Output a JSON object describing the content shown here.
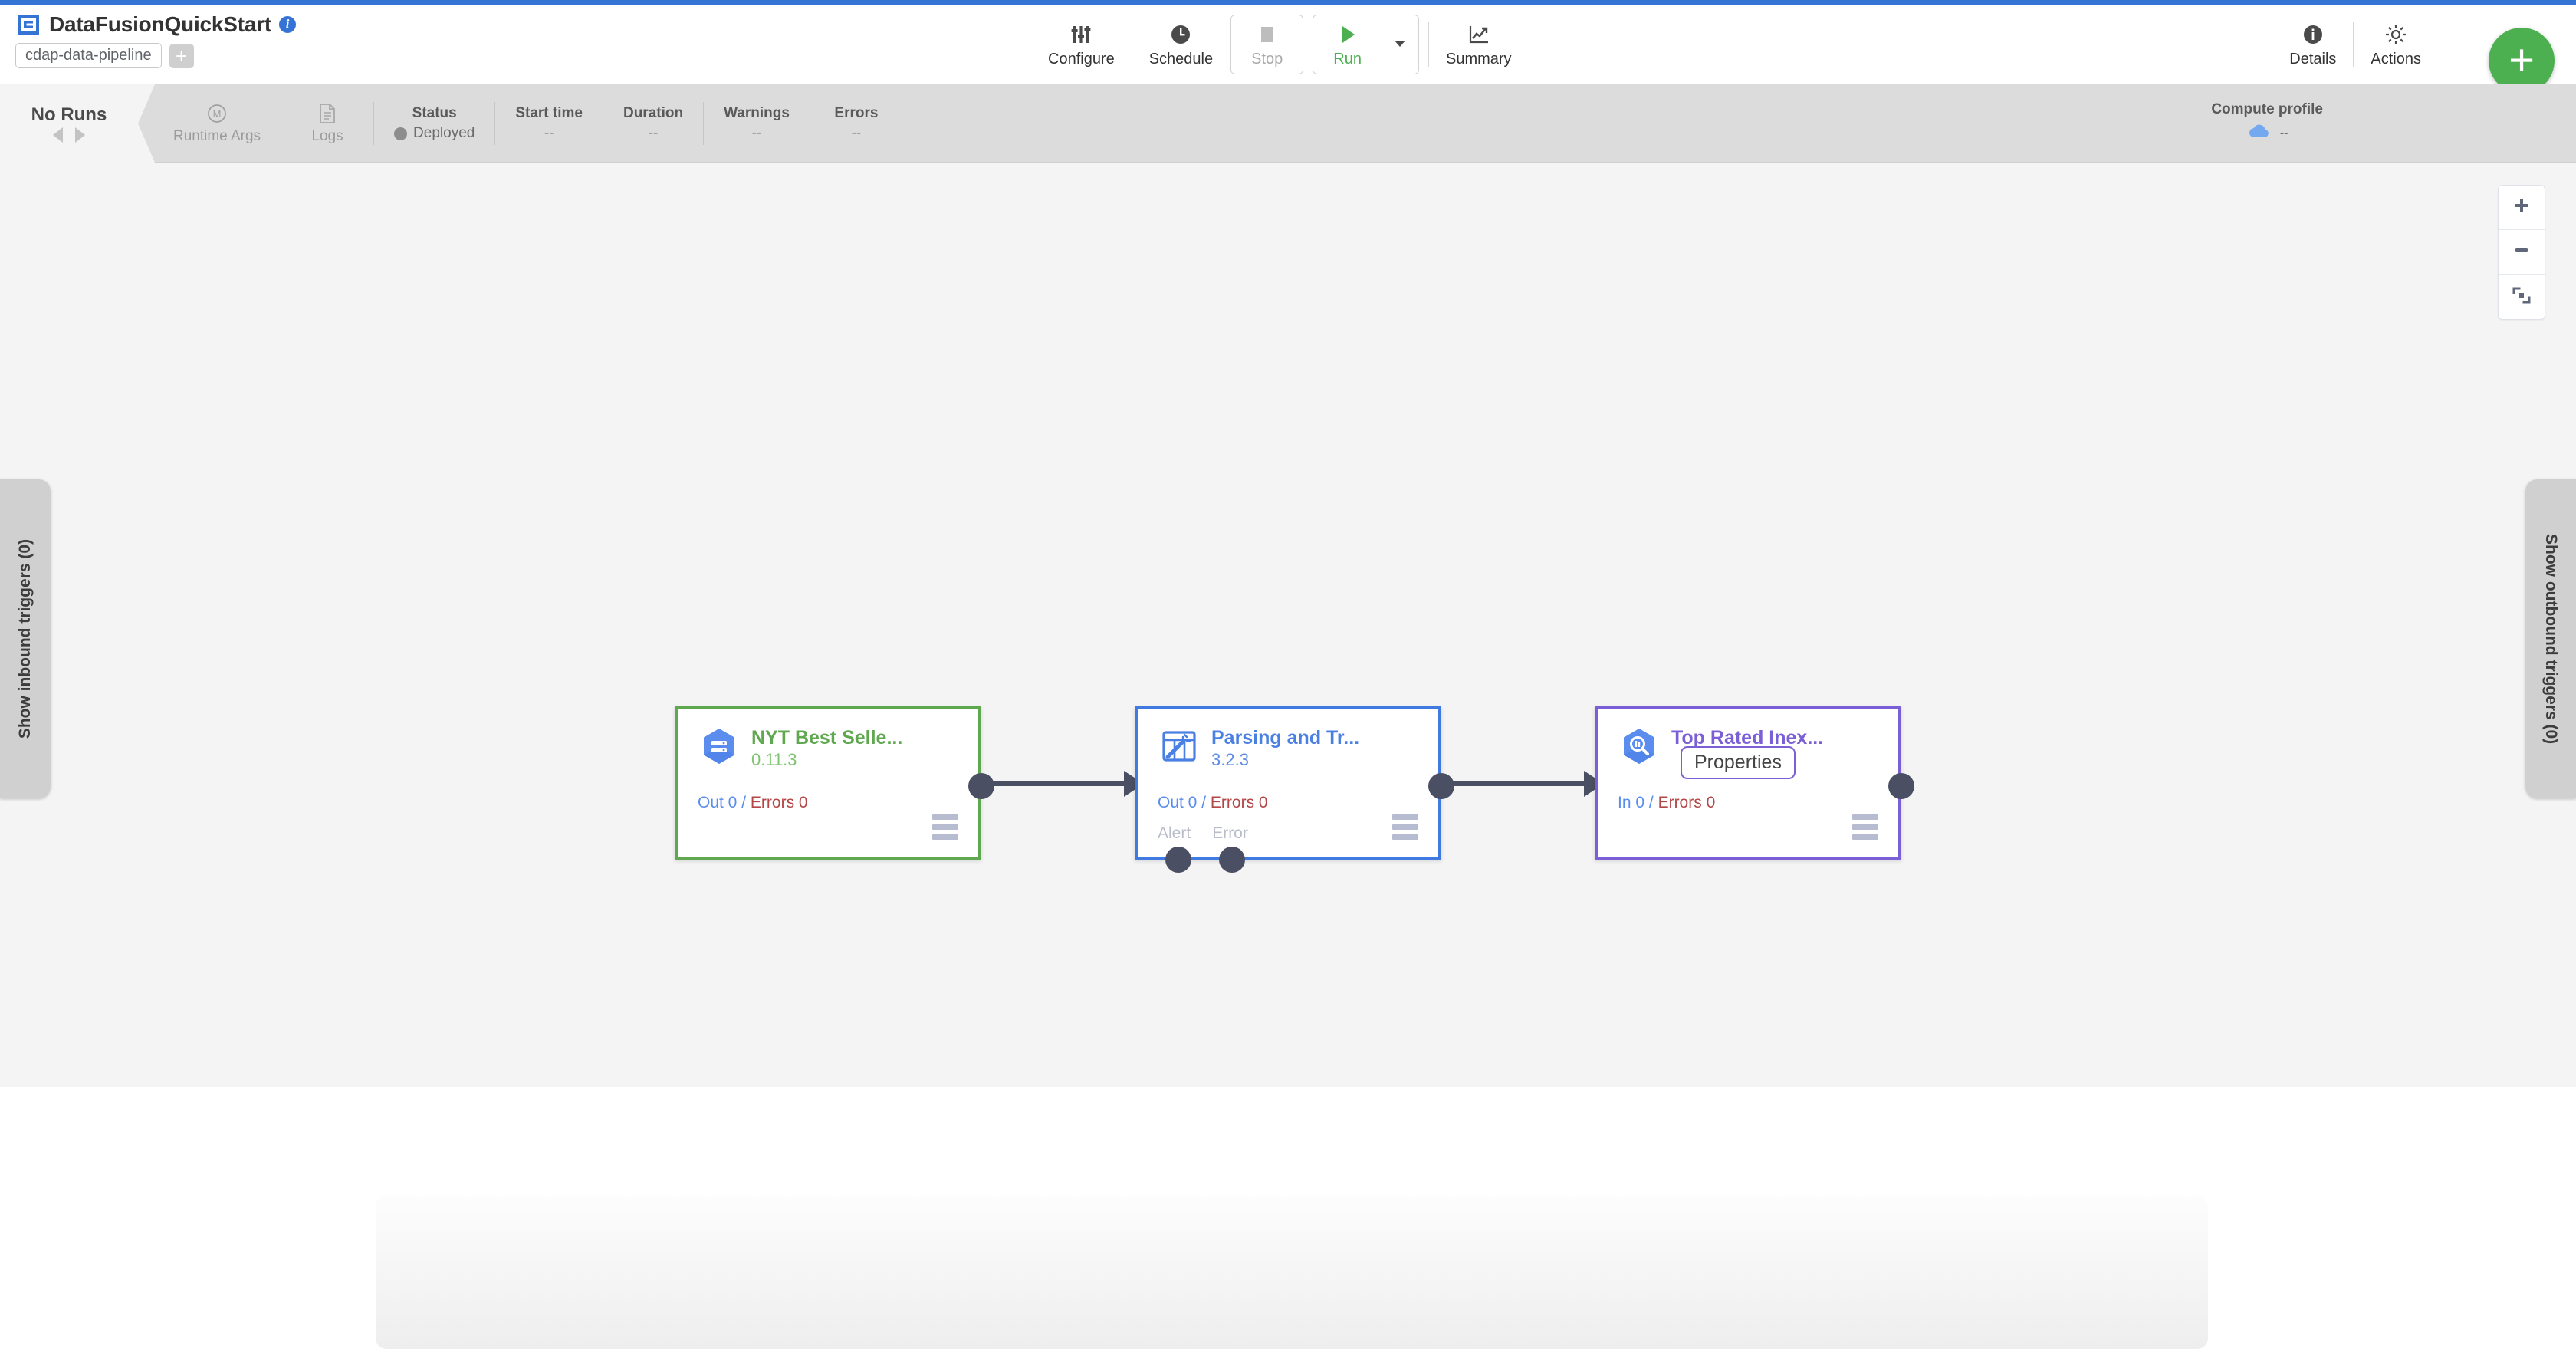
{
  "header": {
    "pipeline_name": "DataFusionQuickStart",
    "logo_icon": "pipeline-logo-icon",
    "info_icon": "info-icon",
    "artifact_tag": "cdap-data-pipeline",
    "add_tag_label": "+",
    "actions": [
      {
        "label": "Configure",
        "icon": "sliders-icon",
        "state": "enabled"
      },
      {
        "label": "Schedule",
        "icon": "clock-icon",
        "state": "enabled"
      },
      {
        "label": "Stop",
        "icon": "stop-square-icon",
        "state": "disabled"
      },
      {
        "label": "Run",
        "icon": "play-triangle-icon",
        "state": "enabled"
      },
      {
        "label": "Summary",
        "icon": "line-chart-icon",
        "state": "enabled"
      }
    ],
    "run_dropdown_icon": "chevron-down-icon",
    "right_actions": [
      {
        "label": "Details",
        "icon": "info-circle-icon"
      },
      {
        "label": "Actions",
        "icon": "gear-icon"
      }
    ],
    "fab_label": "+",
    "fab_color": "#4cb050",
    "accent_color": "#3574d4"
  },
  "status_bar": {
    "runs_label": "No Runs",
    "prev_icon": "triangle-left-icon",
    "next_icon": "triangle-right-icon",
    "cells": [
      {
        "name": "runtime-args",
        "header": "",
        "value": "Runtime Args",
        "icon": "circle-m-icon",
        "muted": true
      },
      {
        "name": "logs",
        "header": "",
        "value": "Logs",
        "icon": "document-icon",
        "muted": true
      },
      {
        "name": "status",
        "header": "Status",
        "value": "Deployed",
        "icon": "status-dot-icon",
        "muted": false
      },
      {
        "name": "start-time",
        "header": "Start time",
        "value": "--",
        "muted": false
      },
      {
        "name": "duration",
        "header": "Duration",
        "value": "--",
        "muted": false
      },
      {
        "name": "warnings",
        "header": "Warnings",
        "value": "--",
        "muted": false
      },
      {
        "name": "errors",
        "header": "Errors",
        "value": "--",
        "muted": false
      }
    ],
    "compute_profile": {
      "header": "Compute profile",
      "value": "--",
      "icon": "cloud-icon"
    }
  },
  "canvas": {
    "background": "#f4f4f5",
    "zoom_controls": [
      {
        "name": "zoom-in",
        "icon": "plus-icon"
      },
      {
        "name": "zoom-out",
        "icon": "minus-icon"
      },
      {
        "name": "fit-to-screen",
        "icon": "fit-screen-icon"
      }
    ],
    "triggers": {
      "inbound_label": "Show inbound triggers (0)",
      "outbound_label": "Show outbound triggers (0)"
    },
    "nodes": [
      {
        "id": "source",
        "name": "NYT Best Selle...",
        "version": "0.11.3",
        "type": "source",
        "border_color": "#5fa84f",
        "icon": "bigquery-source-icon",
        "metrics": {
          "in_label": null,
          "out_label": "Out 0",
          "separator": "/",
          "errors_label": "Errors 0"
        },
        "ports": []
      },
      {
        "id": "transform",
        "name": "Parsing and Tr...",
        "version": "3.2.3",
        "type": "transform",
        "border_color": "#3f7ae0",
        "icon": "wrangler-icon",
        "metrics": {
          "in_label": null,
          "out_label": "Out 0",
          "separator": "/",
          "errors_label": "Errors 0"
        },
        "ports": [
          "Alert",
          "Error"
        ]
      },
      {
        "id": "sink",
        "name": "Top Rated Inex...",
        "version": null,
        "type": "sink",
        "border_color": "#7b5fd6",
        "icon": "bigquery-sink-icon",
        "tooltip": "Properties",
        "metrics": {
          "in_label": "In 0",
          "out_label": null,
          "separator": "/",
          "errors_label": "Errors 0"
        },
        "ports": []
      }
    ]
  }
}
